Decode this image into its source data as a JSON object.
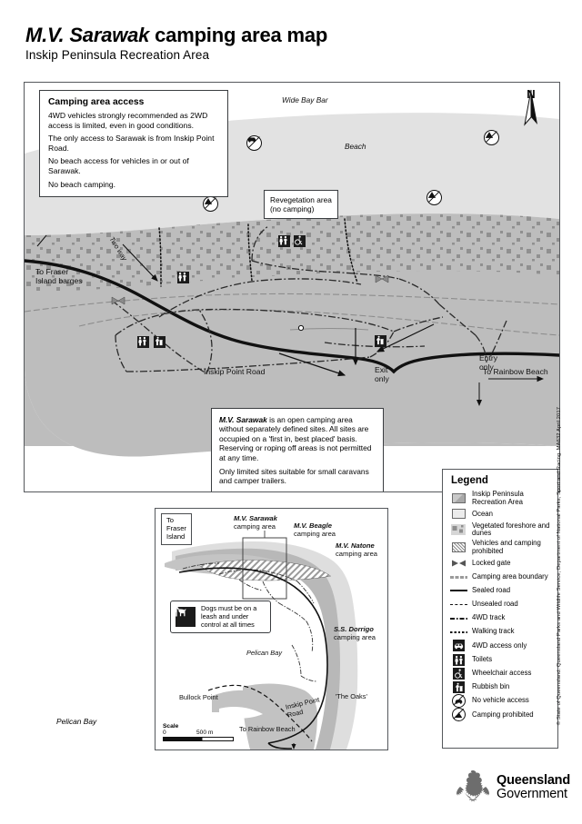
{
  "header": {
    "title_italic": "M.V. Sarawak",
    "title_rest": " camping area map",
    "subtitle": "Inskip Peninsula Recreation Area"
  },
  "access_box": {
    "heading": "Camping area access",
    "p1": "4WD vehicles strongly recommended as 2WD access is limited, even in good conditions.",
    "p2": "The only access to Sarawak is from Inskip Point Road.",
    "p3": "No beach access for vehicles in or out of Sarawak.",
    "p4": "No beach camping."
  },
  "reveg_box": {
    "line1": "Revegetation area",
    "line2": "(no camping)"
  },
  "sarawak_note": {
    "lead": "M.V. Sarawak",
    "p1": " is an open camping area without separately defined sites. All sites are occupied on a 'first in, best placed' basis. Reserving or roping off areas is not permitted at any time.",
    "p2": "Only limited sites suitable for small caravans and camper trailers."
  },
  "main_map_labels": {
    "wide_bay_bar": "Wide Bay Bar",
    "beach": "Beach",
    "two_way": "Two way",
    "to_fraser_island_barges": "To Fraser\nIsland barges",
    "inskip_point_road": "Inskip Point Road",
    "exit_only": "Exit\nonly",
    "entry_only": "Entry\nonly",
    "to_rainbow_beach": "To Rainbow Beach",
    "north": "N"
  },
  "legend": {
    "title": "Legend",
    "items": [
      {
        "symbol": "swatch-recreation-area",
        "label": "Inskip Peninsula Recreation Area"
      },
      {
        "symbol": "swatch-ocean",
        "label": "Ocean"
      },
      {
        "symbol": "swatch-vegetated-foreshore",
        "label": "Vegetated foreshore and dunes"
      },
      {
        "symbol": "swatch-hatched-prohibited",
        "label": "Vehicles and camping prohibited"
      },
      {
        "symbol": "locked-gate-icon",
        "label": "Locked gate"
      },
      {
        "symbol": "camping-area-boundary-line",
        "label": "Camping area boundary"
      },
      {
        "symbol": "sealed-road-line",
        "label": "Sealed road"
      },
      {
        "symbol": "unsealed-road-line",
        "label": "Unsealed road"
      },
      {
        "symbol": "4wd-track-line",
        "label": "4WD track"
      },
      {
        "symbol": "walking-track-line",
        "label": "Walking track"
      },
      {
        "symbol": "4wd-access-only-icon",
        "label": "4WD access only"
      },
      {
        "symbol": "toilets-icon",
        "label": "Toilets"
      },
      {
        "symbol": "wheelchair-access-icon",
        "label": "Wheelchair access"
      },
      {
        "symbol": "rubbish-bin-icon",
        "label": "Rubbish bin"
      },
      {
        "symbol": "no-vehicle-access-icon",
        "label": "No vehicle access"
      },
      {
        "symbol": "camping-prohibited-icon",
        "label": "Camping prohibited"
      }
    ]
  },
  "inset": {
    "to_fraser_island": "To\nFraser\nIsland",
    "sites": [
      {
        "name": "M.V. Sarawak",
        "sub": "camping area"
      },
      {
        "name": "M.V. Beagle",
        "sub": "camping area"
      },
      {
        "name": "M.V. Natone",
        "sub": "camping area"
      },
      {
        "name": "S.S. Dorrigo",
        "sub": "camping area"
      }
    ],
    "dogs_notice": "Dogs must be on a leash and under control at all times",
    "pelican_bay": "Pelican Bay",
    "bullock_point": "Bullock Point",
    "the_oaks": "'The Oaks'",
    "inskip_point_road": "Inskip Point Road",
    "to_rainbow_beach": "To Rainbow Beach",
    "scale": {
      "title": "Scale",
      "min": "0",
      "max": "500 m"
    }
  },
  "outer_labels": {
    "pelican_bay": "Pelican Bay"
  },
  "copyright": "© State of Queensland. Queensland Parks and Wildlife Service, Department of National Parks, Sport and Racing. MA632 April 2017",
  "logo": {
    "line1": "Queensland",
    "line2": "Government"
  },
  "colors": {
    "land": "#bdbdbd",
    "ocean": "#ececec",
    "beach": "#dcdcdc",
    "frame": "#55585c",
    "ink": "#111111"
  }
}
